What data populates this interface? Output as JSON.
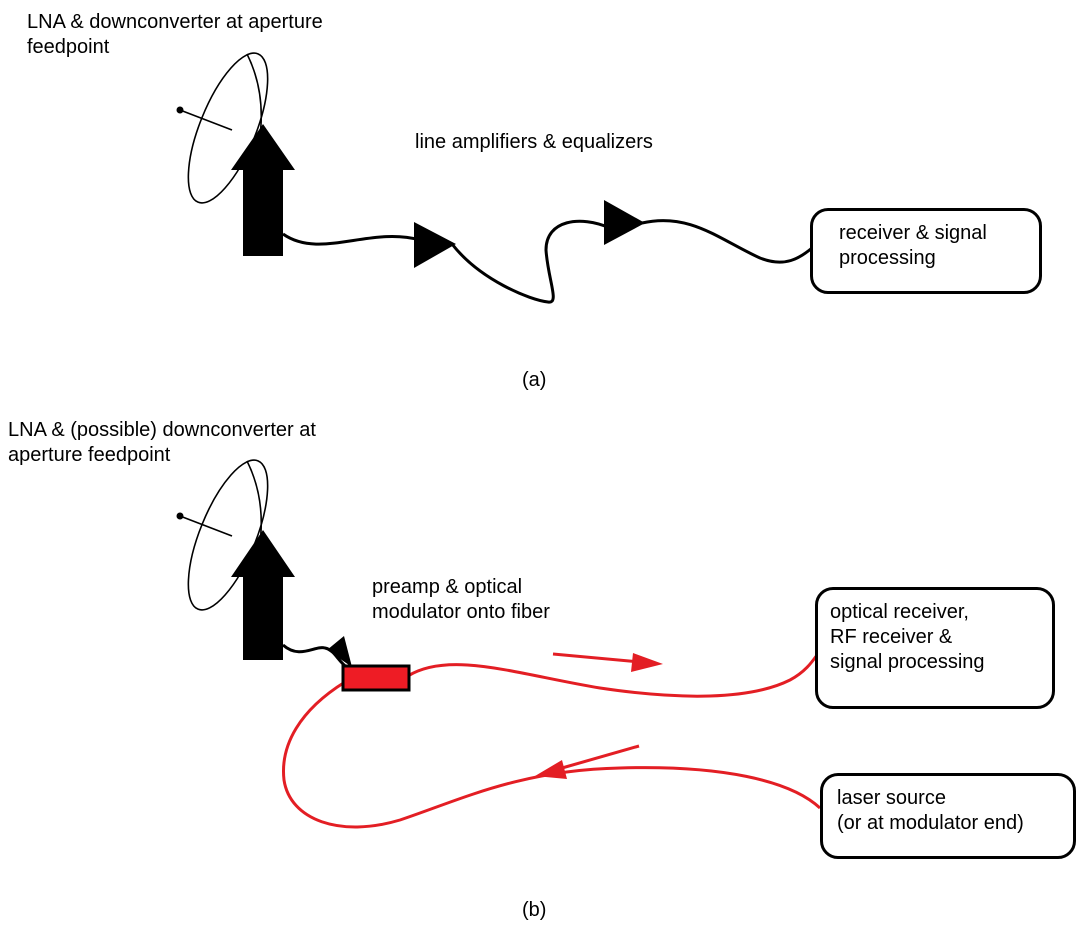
{
  "panel_a": {
    "feedpoint_label": [
      "LNA & downconverter at aperture",
      "feedpoint"
    ],
    "line_amps_label": "line amplifiers & equalizers",
    "receiver_box": [
      "receiver & signal",
      "processing"
    ],
    "caption": "(a)"
  },
  "panel_b": {
    "feedpoint_label": [
      "LNA & (possible) downconverter at",
      "aperture feedpoint"
    ],
    "modulator_label": [
      "preamp & optical",
      "modulator onto fiber"
    ],
    "optical_receiver_box": [
      "optical receiver,",
      "RF receiver &",
      "signal processing"
    ],
    "laser_box": [
      "laser source",
      "(or at modulator end)"
    ],
    "caption": "(b)"
  },
  "colors": {
    "fiber": "#e31e24",
    "modulator_fill": "#ee1c25",
    "ink": "#000000"
  }
}
